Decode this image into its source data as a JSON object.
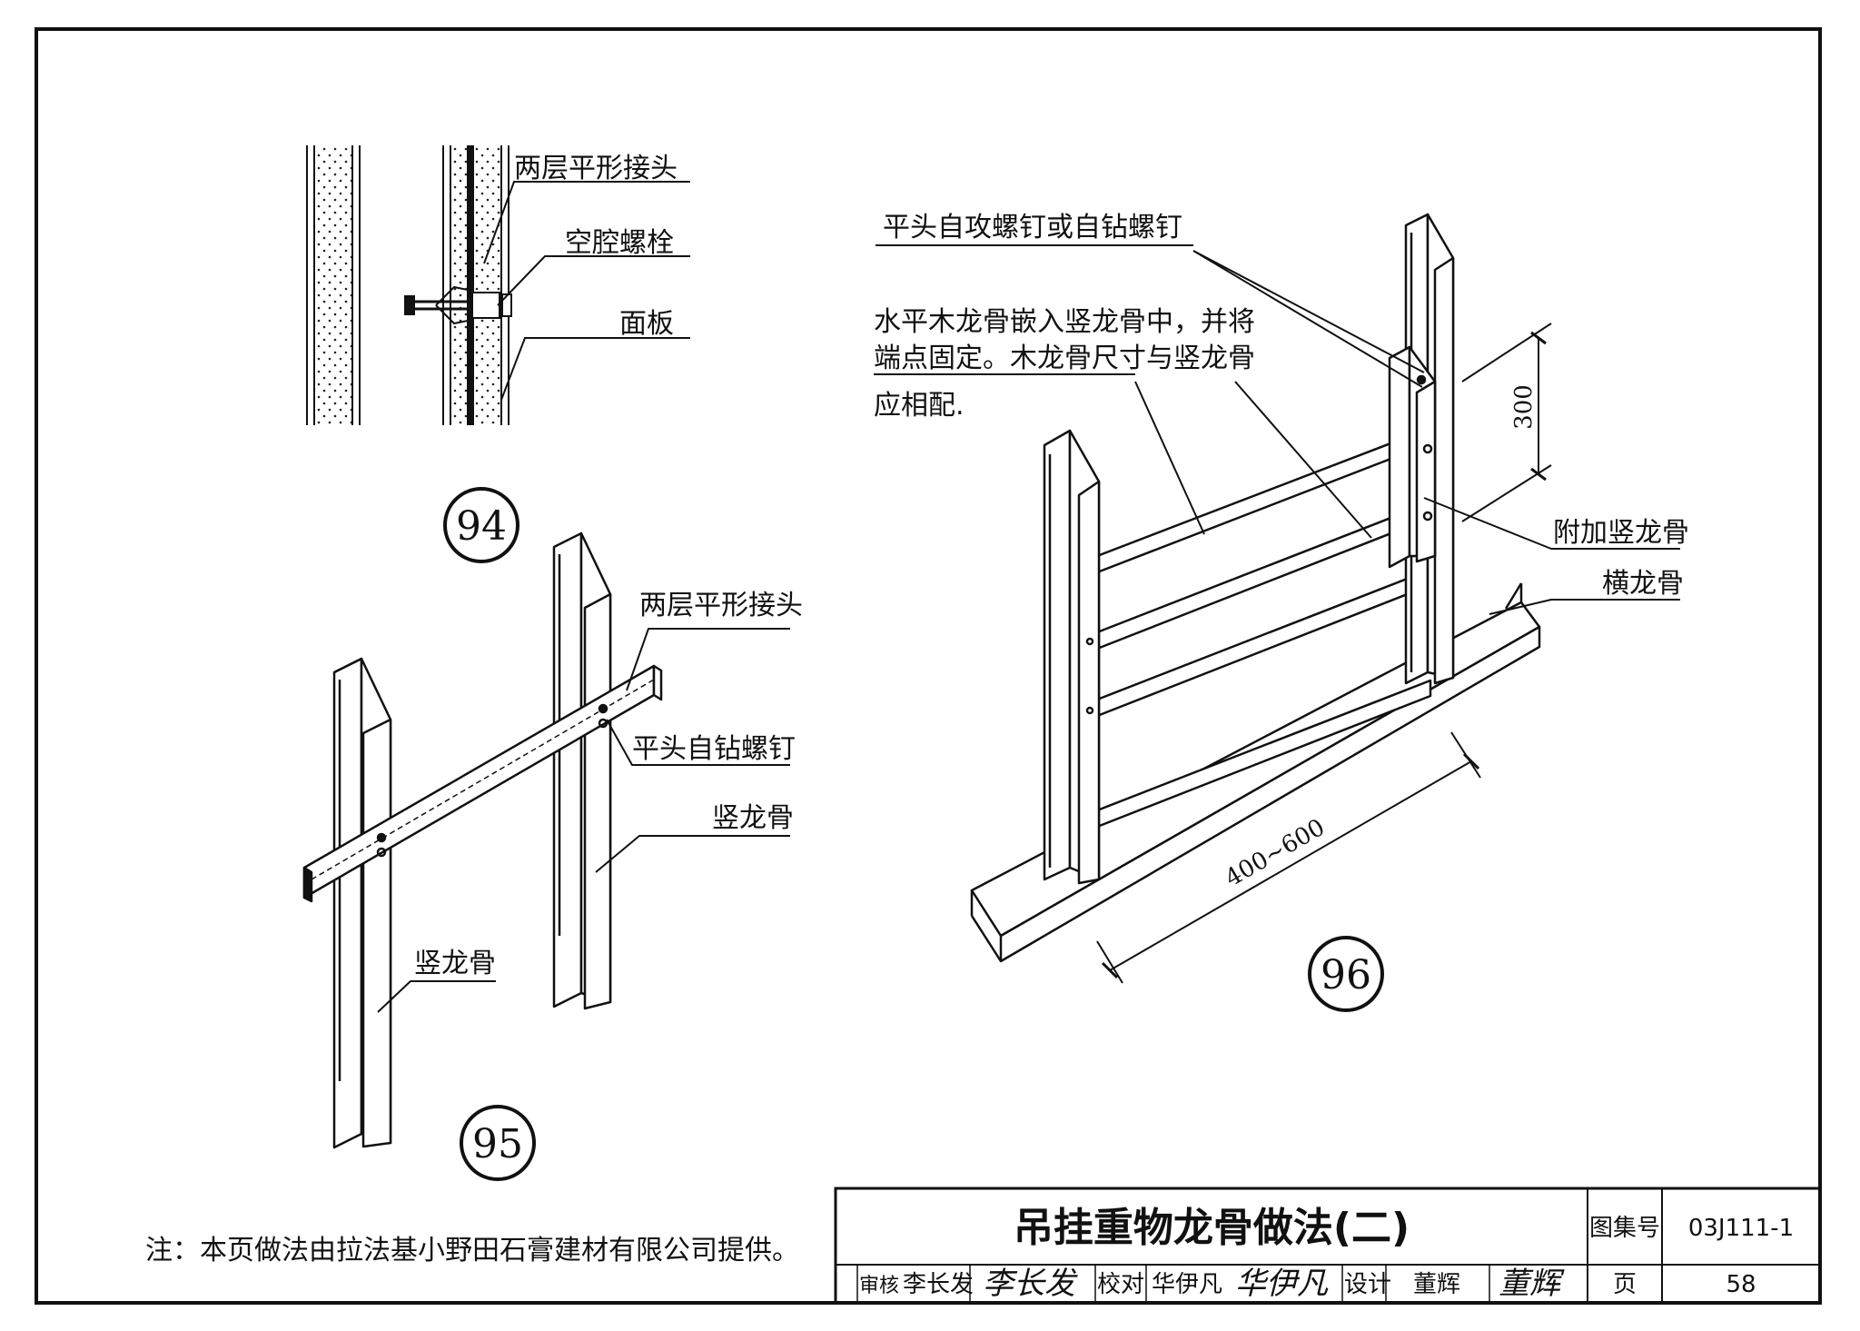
{
  "detail_94": {
    "number": "94",
    "labels": [
      "两层平形接头",
      "空腔螺栓",
      "面板"
    ]
  },
  "detail_95": {
    "number": "95",
    "labels": [
      "两层平形接头",
      "平头自钻螺钉",
      "竖龙骨",
      "竖龙骨"
    ]
  },
  "detail_96": {
    "number": "96",
    "screw_label": "平头自攻螺钉或自钻螺钉",
    "note_lines": [
      "水平木龙骨嵌入竖龙骨中，并将",
      "端点固定。木龙骨尺寸与竖龙骨",
      "应相配."
    ],
    "labels": [
      "附加竖龙骨",
      "横龙骨"
    ],
    "dim_vertical": "300",
    "dim_horizontal": "400~600"
  },
  "note": "注：本页做法由拉法基小野田石膏建材有限公司提供。",
  "title_block": {
    "title": "吊挂重物龙骨做法(二)",
    "atlas_label": "图集号",
    "atlas_no": "03J111-1",
    "review_label": "审核",
    "reviewer": "李长发",
    "reviewer_sig": "李长发",
    "check_label": "校对",
    "checker": "华伊凡",
    "checker_sig": "华伊凡",
    "design_label": "设计",
    "designer": "董辉",
    "designer_sig": "董辉",
    "page_label": "页",
    "page_no": "58"
  }
}
